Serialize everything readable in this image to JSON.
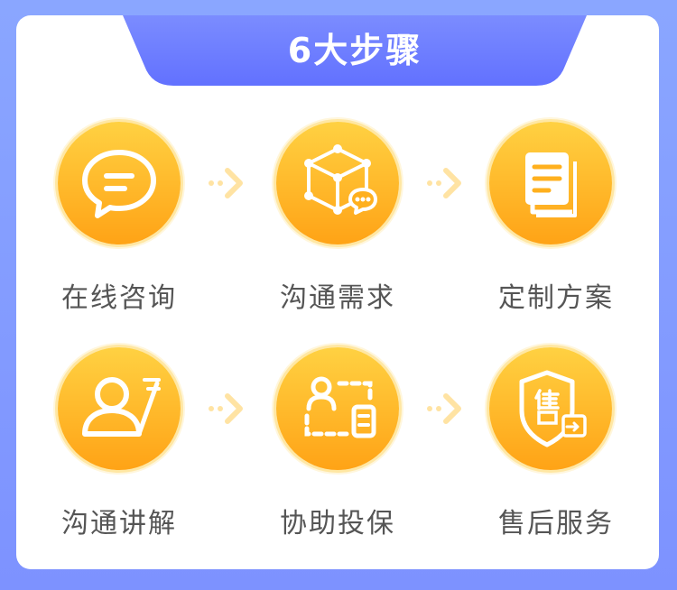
{
  "title": "6大步骤",
  "steps": [
    {
      "label": "在线咨询",
      "icon": "chat-bubble-icon"
    },
    {
      "label": "沟通需求",
      "icon": "cube-chat-icon"
    },
    {
      "label": "定制方案",
      "icon": "document-stack-icon"
    },
    {
      "label": "沟通讲解",
      "icon": "person-presentation-icon"
    },
    {
      "label": "协助投保",
      "icon": "person-form-icon"
    },
    {
      "label": "售后服务",
      "icon": "shield-service-icon"
    }
  ],
  "colors": {
    "background": "#8aa6ff",
    "banner": "#6b7cff",
    "circle_top": "#ffd142",
    "circle_bottom": "#ffa316",
    "arrow": "#ffe3a3",
    "label": "#555555"
  }
}
